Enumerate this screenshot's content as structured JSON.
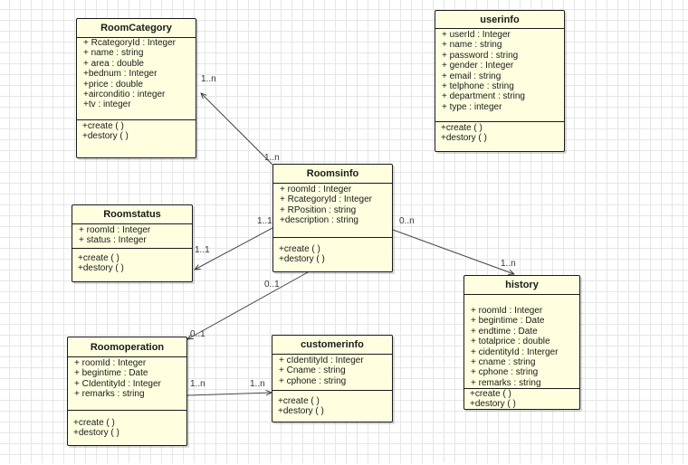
{
  "classes": {
    "roomcategory": {
      "title": "RoomCategory",
      "attributes": [
        "+ RcategoryId : Integer",
        "+ name : string",
        "+ area : double",
        "+bednum : Integer",
        "+price : double",
        "+airconditio : integer",
        "+tv : integer"
      ],
      "methods": [
        "+create  (   )",
        "+destory  (   )"
      ]
    },
    "userinfo": {
      "title": "userinfo",
      "attributes": [
        "+ userId : Integer",
        "+ name : string",
        "+ password : string",
        "+ gender : Integer",
        "+ email : string",
        "+ telphone : string",
        "+ department : string",
        "+ type : integer"
      ],
      "methods": [
        "+create  (   )",
        "+destory  (   )"
      ]
    },
    "roomsinfo": {
      "title": "Roomsinfo",
      "attributes": [
        "+ roomId : Integer",
        "+ RcategoryId : Integer",
        "+ RPosition : string",
        "+description : string"
      ],
      "methods": [
        "+create  (   )",
        "+destory  (   )"
      ]
    },
    "roomstatus": {
      "title": "Roomstatus",
      "attributes": [
        "+ roomId : Integer",
        "+ status : Integer"
      ],
      "methods": [
        "+create  (   )",
        "+destory  (   )"
      ]
    },
    "history": {
      "title": "history",
      "attributes": [
        "+ roomId : Integer",
        "+ begintime : Date",
        "+ endtime : Date",
        "+ totalprice : double",
        "+ cidentityId : Interger",
        "+ cname : string",
        "+ cphone : string",
        "+ remarks : string"
      ],
      "methods": [
        "+create  (   )",
        "+destory  (   )"
      ]
    },
    "roomoperation": {
      "title": "Roomoperation",
      "attributes": [
        "+ roomId : Integer",
        "+ begintime : Date",
        "+ CIdentityId : Integer",
        "+ remarks : string"
      ],
      "methods": [
        "+create  (   )",
        "+destory  (   )"
      ]
    },
    "customerinfo": {
      "title": "customerinfo",
      "attributes": [
        "+ cIdentityId : Integer",
        "+ Cname : string",
        "+ cphone : string"
      ],
      "methods": [
        "+create  (   )",
        "+destory  (   )"
      ]
    }
  },
  "relations": [
    {
      "from": "roomsinfo",
      "to": "roomcategory",
      "source_mult": "1..n",
      "target_mult": "1..n"
    },
    {
      "from": "roomsinfo",
      "to": "roomstatus",
      "source_mult": "1..1",
      "target_mult": "1..1"
    },
    {
      "from": "roomsinfo",
      "to": "history",
      "source_mult": "0..n",
      "target_mult": "1..n"
    },
    {
      "from": "roomsinfo",
      "to": "roomoperation",
      "source_mult": "0..1",
      "target_mult": "0..1"
    },
    {
      "from": "roomoperation",
      "to": "customerinfo",
      "source_mult": "1..n",
      "target_mult": "1..n"
    }
  ]
}
